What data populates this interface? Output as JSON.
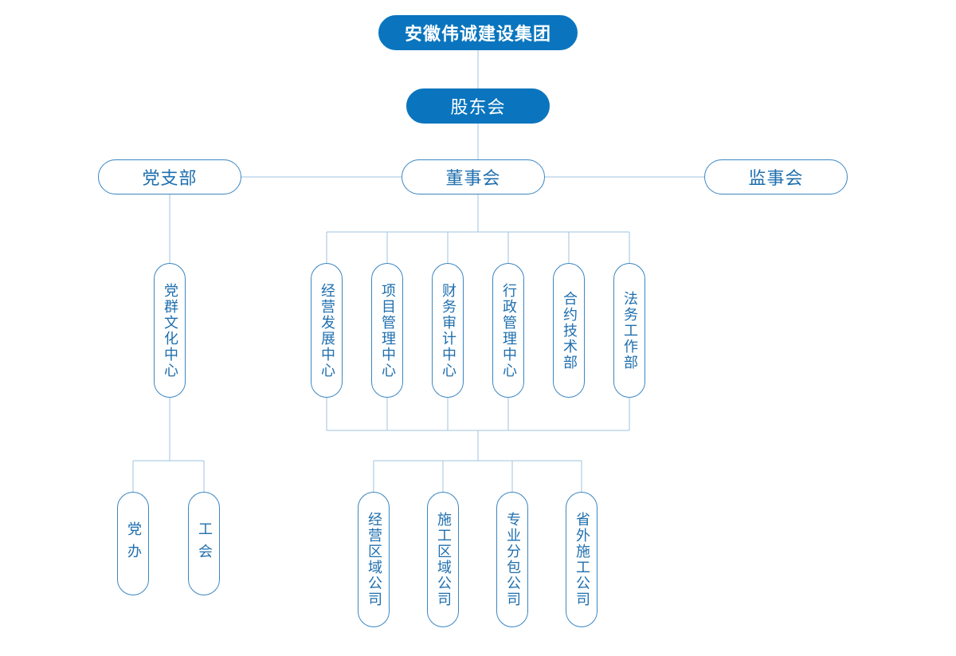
{
  "colors": {
    "primary": "#0a75be",
    "border": "#3a86c2",
    "line": "#9fc3df",
    "text": "#1f6fae"
  },
  "org": {
    "group": "安徽伟诚建设集团",
    "shareholders": "股东会",
    "party_branch": "党支部",
    "board": "董事会",
    "supervisory": "监事会",
    "party_culture_center": "党群文化中心",
    "departments": [
      "经营发展中心",
      "项目管理中心",
      "财务审计中心",
      "行政管理中心",
      "合约技术部",
      "法务工作部"
    ],
    "party_units": [
      "党办",
      "工会"
    ],
    "companies": [
      "经营区域公司",
      "施工区域公司",
      "专业分包公司",
      "省外施工公司"
    ]
  }
}
